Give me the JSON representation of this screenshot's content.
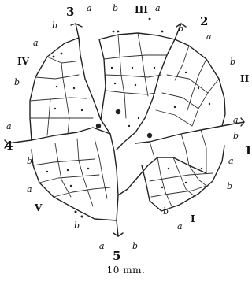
{
  "figure": {
    "caption": "10 mm.",
    "numerals": {
      "n1": "1",
      "n2": "2",
      "n3": "3",
      "n4": "4",
      "n5": "5"
    },
    "roman": {
      "r1": "I",
      "r2": "II",
      "r3": "III",
      "r4": "IV",
      "r5": "V"
    },
    "letter_a": "a",
    "letter_b": "b",
    "colors": {
      "ink": "#222222",
      "background": "#ffffff"
    }
  }
}
